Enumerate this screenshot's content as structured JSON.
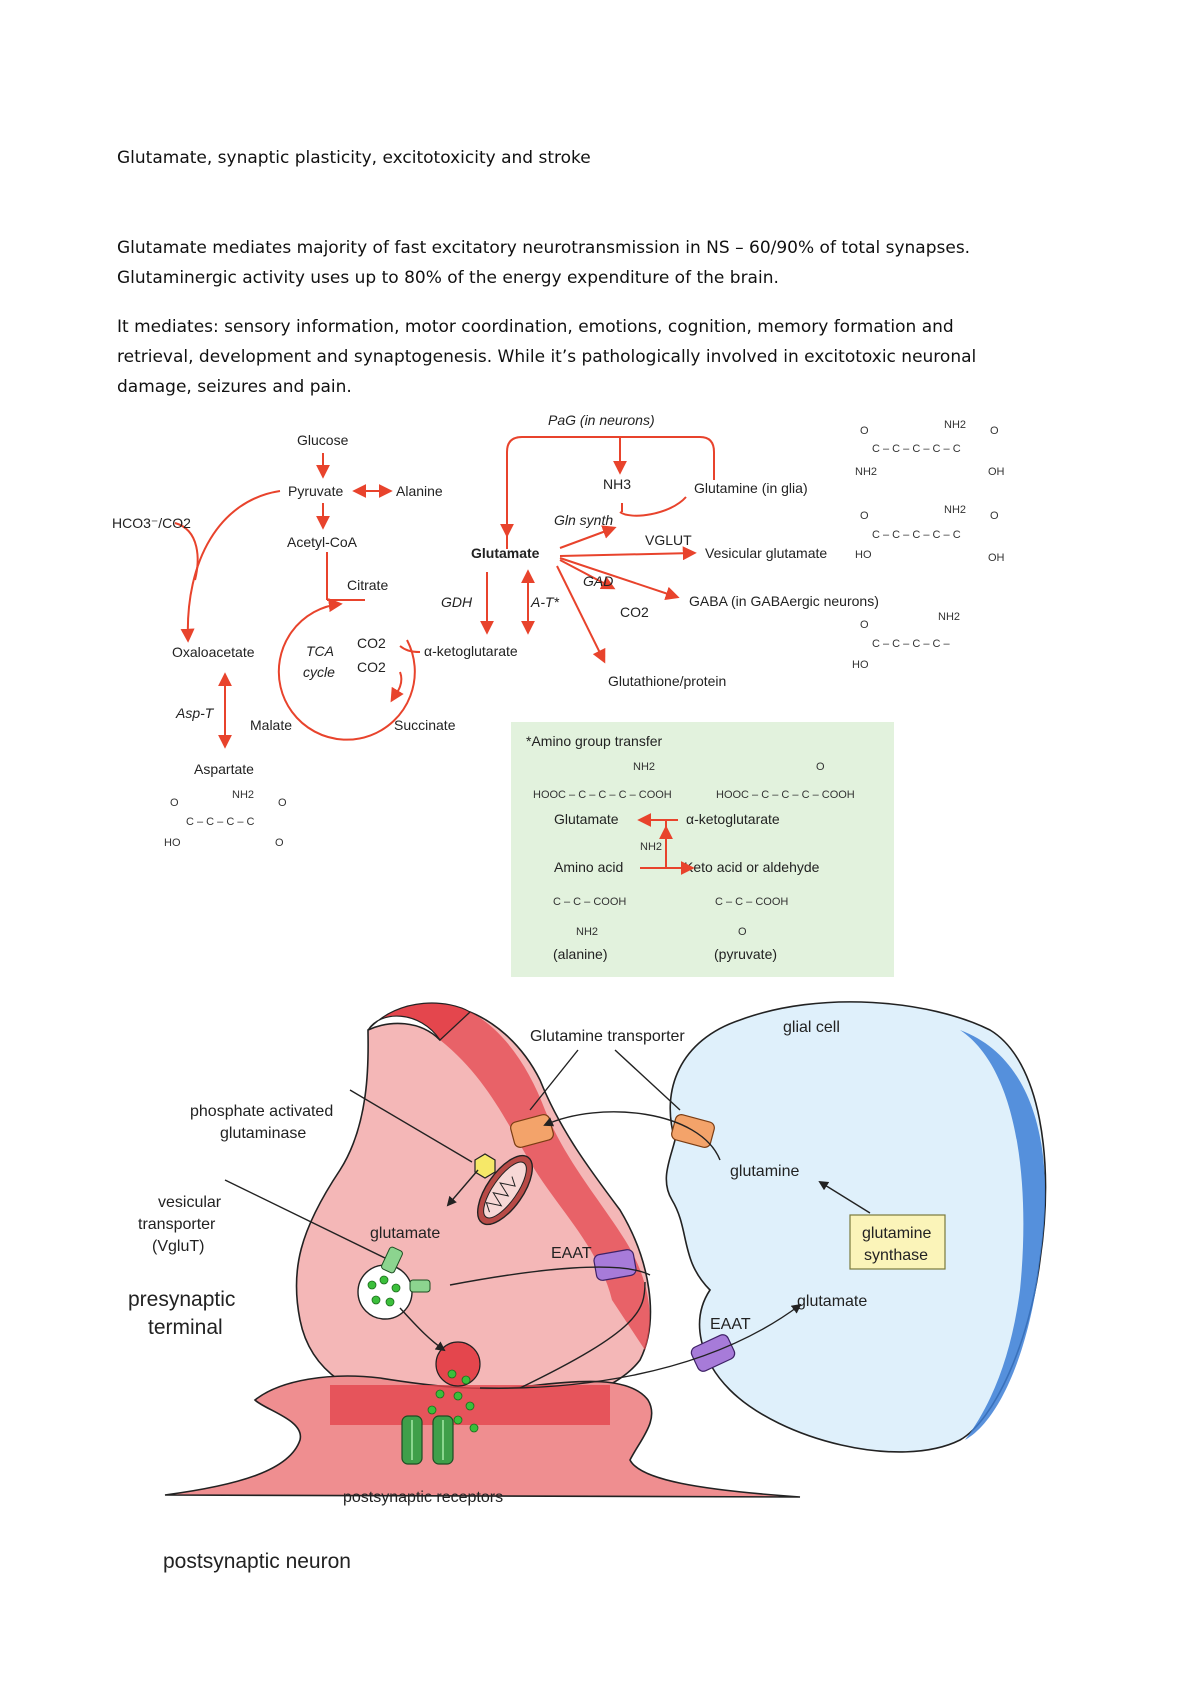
{
  "document": {
    "title": "Glutamate, synaptic plasticity, excitotoxicity and stroke",
    "para1_line1": "Glutamate mediates majority of fast excitatory neurotransmission in NS – 60/90% of total synapses.",
    "para1_line2": "Glutaminergic activity uses up to 80% of the energy expenditure of the brain.",
    "para2_line1": "It mediates: sensory information, motor coordination, emotions, cognition, memory formation and",
    "para2_line2": "retrieval, development and synaptogenesis. While it’s pathologically involved in excitotoxic neuronal",
    "para2_line3": "damage, seizures and pain."
  },
  "metabolism": {
    "glucose": "Glucose",
    "pyruvate": "Pyruvate",
    "alanine": "Alanine",
    "hco3": "HCO3⁻/CO2",
    "acetyl_coa": "Acetyl-CoA",
    "citrate": "Citrate",
    "oxaloacetate": "Oxaloacetate",
    "tca1": "TCA",
    "tca2": "cycle",
    "co2_a": "CO2",
    "co2_b": "CO2",
    "asp_t": "Asp-T",
    "malate": "Malate",
    "succinate": "Succinate",
    "aspartate": "Aspartate",
    "pag": "PaG (in neurons)",
    "nh3": "NH3",
    "glutamine_glia": "Glutamine (in glia)",
    "gln_synth": "Gln synth",
    "vglut": "VGLUT",
    "glutamate": "Glutamate",
    "vesicular_glutamate": "Vesicular glutamate",
    "gad": "GAD",
    "co2_c": "CO2",
    "gaba": "GABA (in GABAergic neurons)",
    "gdh": "GDH",
    "a_t": "A-T*",
    "akg": "α-ketoglutarate",
    "glutathione": "Glutathione/protein"
  },
  "amino_box": {
    "title": "*Amino group transfer",
    "nh2_top": "NH2",
    "o_top": "O",
    "formula_left": "HOOC – C – C – C – COOH",
    "formula_right": "HOOC – C – C – C – COOH",
    "glutamate": "Glutamate",
    "akg": "α-ketoglutarate",
    "nh2_mid": "NH2",
    "amino_acid": "Amino acid",
    "keto_acid": "Keto acid or aldehyde",
    "alanine_formula": "C – C – COOH",
    "pyruvate_formula": "C – C – COOH",
    "nh2_bottom": "NH2",
    "o_bottom": "O",
    "alanine": "(alanine)",
    "pyruvate": "(pyruvate)"
  },
  "chem": {
    "o": "O",
    "nh2": "NH2",
    "oh": "OH",
    "ho": "HO",
    "chain4": "C – C – C – C – C",
    "chain3": "C – C – C – C –",
    "chain_asp": "C – C – C – C"
  },
  "synapse": {
    "glutamine_transporter": "Glutamine transporter",
    "glial_cell": "glial cell",
    "pag_line1": "phosphate activated",
    "pag_line2": "glutaminase",
    "glutamine": "glutamine",
    "vesicular_line1": "vesicular",
    "vesicular_line2": "transporter",
    "vesicular_line3": "(VgluT)",
    "glutamate_pre": "glutamate",
    "eaat_pre": "EAAT",
    "synthase_line1": "glutamine",
    "synthase_line2": "synthase",
    "presynaptic_line1": "presynaptic",
    "presynaptic_line2": "terminal",
    "eaat_glia": "EAAT",
    "glutamate_glia": "glutamate",
    "postsynaptic_receptors": "postsynaptic receptors",
    "postsynaptic_neuron": "postsynaptic neuron"
  },
  "colors": {
    "arrow_red": "#e8432c",
    "neuron_pink": "#f4b7b7",
    "neuron_red": "#e4464d",
    "glia_blue": "#dff0fb",
    "glia_edge": "#3d7fd6",
    "amino_box_bg": "#e2f2dd"
  }
}
